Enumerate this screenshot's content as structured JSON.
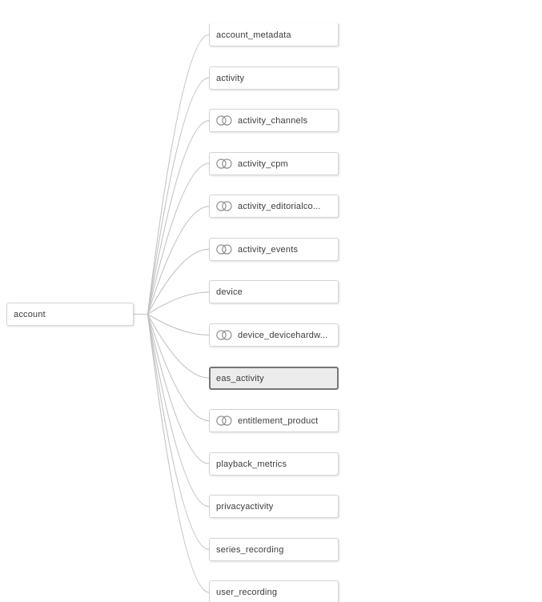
{
  "colors": {
    "canvas_bg": "#ffffff",
    "edge": "#c2c2c2",
    "node_bg": "#ffffff",
    "node_border": "#d4d4d4",
    "selected_bg": "#ececec",
    "selected_border": "#767676",
    "text": "#3c3c3c",
    "icon_stroke": "#8a8a8a"
  },
  "root": {
    "label": "account"
  },
  "children": [
    {
      "label": "account_metadata",
      "icon": false,
      "selected": false
    },
    {
      "label": "activity",
      "icon": false,
      "selected": false
    },
    {
      "label": "activity_channels",
      "icon": true,
      "selected": false
    },
    {
      "label": "activity_cpm",
      "icon": true,
      "selected": false
    },
    {
      "label": "activity_editorialco...",
      "icon": true,
      "selected": false
    },
    {
      "label": "activity_events",
      "icon": true,
      "selected": false
    },
    {
      "label": "device",
      "icon": false,
      "selected": false
    },
    {
      "label": "device_devicehardw...",
      "icon": true,
      "selected": false
    },
    {
      "label": "eas_activity",
      "icon": false,
      "selected": true
    },
    {
      "label": "entitlement_product",
      "icon": true,
      "selected": false
    },
    {
      "label": "playback_metrics",
      "icon": false,
      "selected": false
    },
    {
      "label": "privacyactivity",
      "icon": false,
      "selected": false
    },
    {
      "label": "series_recording",
      "icon": false,
      "selected": false
    },
    {
      "label": "user_recording",
      "icon": false,
      "selected": false
    }
  ]
}
